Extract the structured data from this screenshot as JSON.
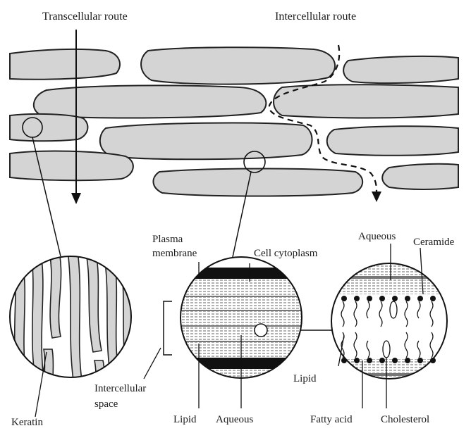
{
  "routes": {
    "transcellular": "Transcellular route",
    "intercellular": "Intercellular route"
  },
  "labels": {
    "plasma_membrane_1": "Plasma",
    "plasma_membrane_2": "membrane",
    "cell_cytoplasm": "Cell cytoplasm",
    "aqueous_top": "Aqueous",
    "ceramide": "Ceramide",
    "lipid_right": "Lipid",
    "intercellular_space_1": "Intercellular",
    "intercellular_space_2": "space",
    "keratin": "Keratin",
    "lipid_bottom": "Lipid",
    "aqueous_bottom": "Aqueous",
    "fatty_acid": "Fatty acid",
    "cholesterol": "Cholesterol"
  },
  "colors": {
    "cell_fill": "#d4d4d4",
    "outline": "#222222",
    "dense": "#111111",
    "band": "#777777"
  }
}
